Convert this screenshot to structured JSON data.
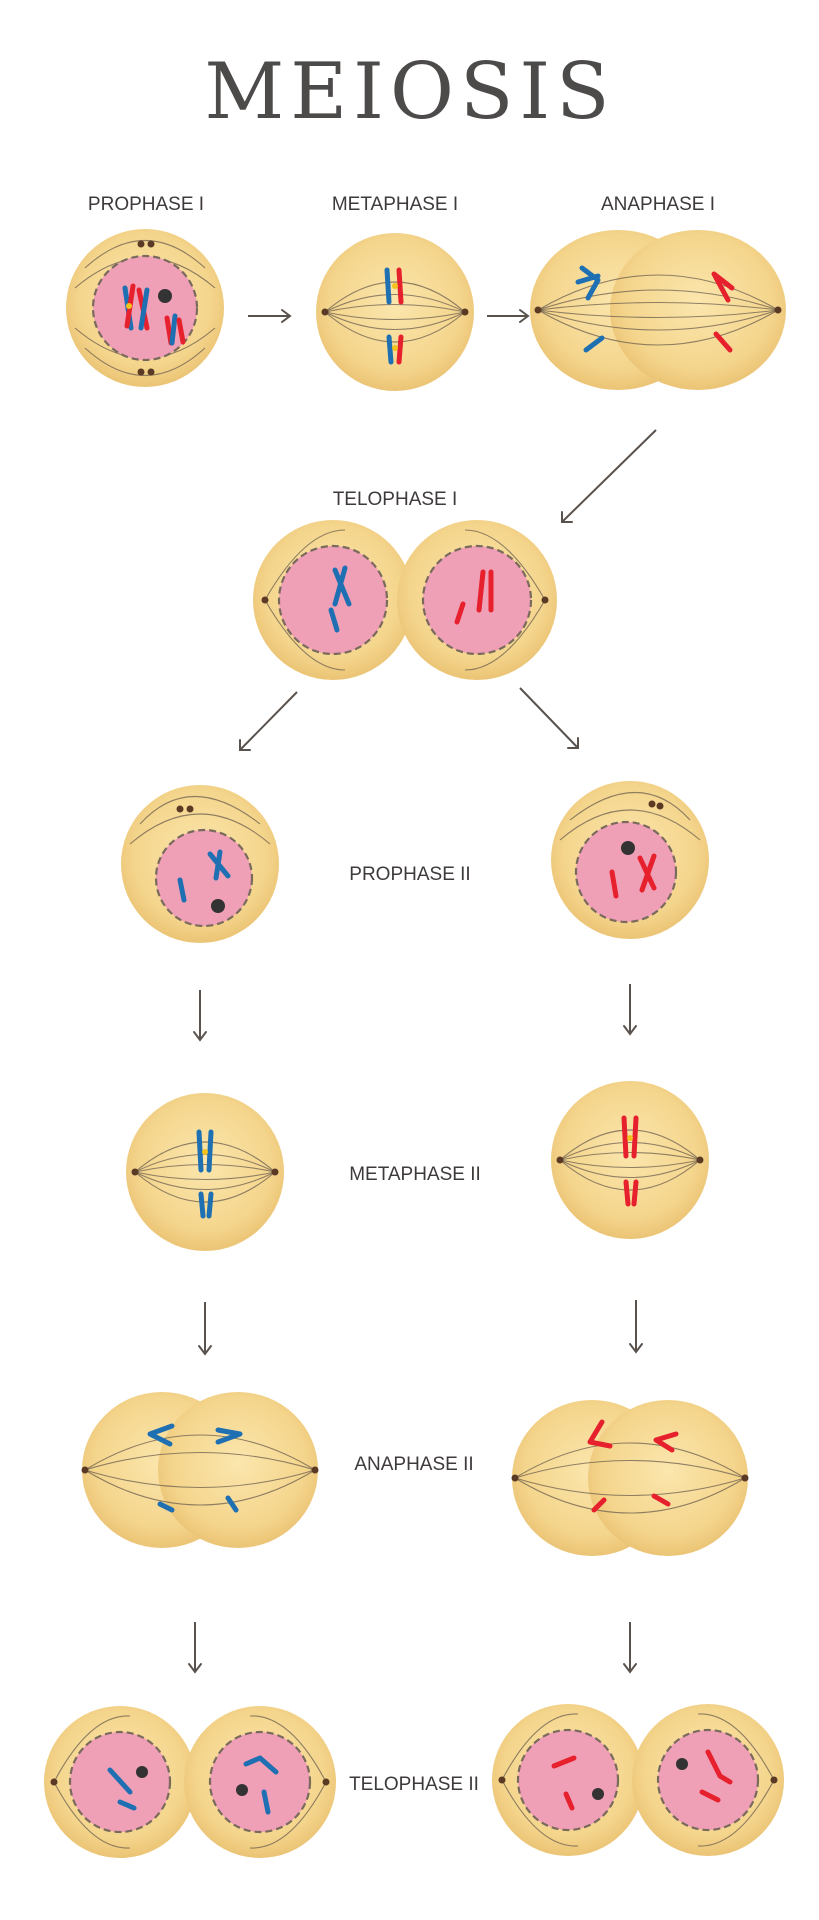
{
  "title": "MEIOSIS",
  "labels": {
    "prophase1": "PROPHASE I",
    "metaphase1": "METAPHASE I",
    "anaphase1": "ANAPHASE I",
    "telophase1": "TELOPHASE I",
    "prophase2": "PROPHASE II",
    "metaphase2": "METAPHASE II",
    "anaphase2": "ANAPHASE II",
    "telophase2": "TELOPHASE II"
  },
  "colors": {
    "cell_fill": "#f6d98f",
    "cell_edge": "#e9c070",
    "nucleus": "#ef9fb6",
    "chromosome_maternal": "#e6202c",
    "chromosome_paternal": "#1f6fb3",
    "centromere": "#f2c21d",
    "arrow": "#5a524d"
  }
}
